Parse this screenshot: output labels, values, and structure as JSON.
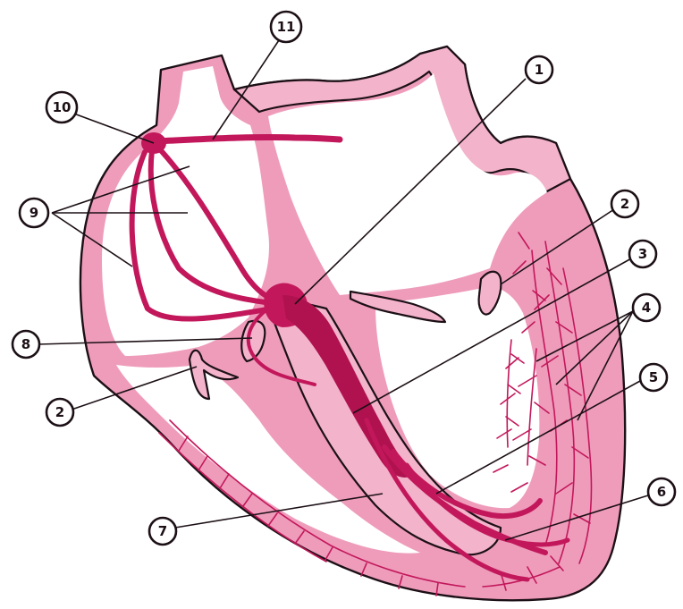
{
  "figure": {
    "subject": "heart-conduction-system",
    "colors": {
      "wall": "#ef9cbb",
      "conduction": "#c2185b",
      "outline": "#1c1016",
      "background": "#ffffff"
    }
  },
  "callouts": [
    {
      "id": "c1",
      "label": "1"
    },
    {
      "id": "c2r",
      "label": "2"
    },
    {
      "id": "c2l",
      "label": "2"
    },
    {
      "id": "c3",
      "label": "3"
    },
    {
      "id": "c4",
      "label": "4"
    },
    {
      "id": "c5",
      "label": "5"
    },
    {
      "id": "c6",
      "label": "6"
    },
    {
      "id": "c7",
      "label": "7"
    },
    {
      "id": "c8",
      "label": "8"
    },
    {
      "id": "c9",
      "label": "9"
    },
    {
      "id": "c10",
      "label": "10"
    },
    {
      "id": "c11",
      "label": "11"
    }
  ]
}
